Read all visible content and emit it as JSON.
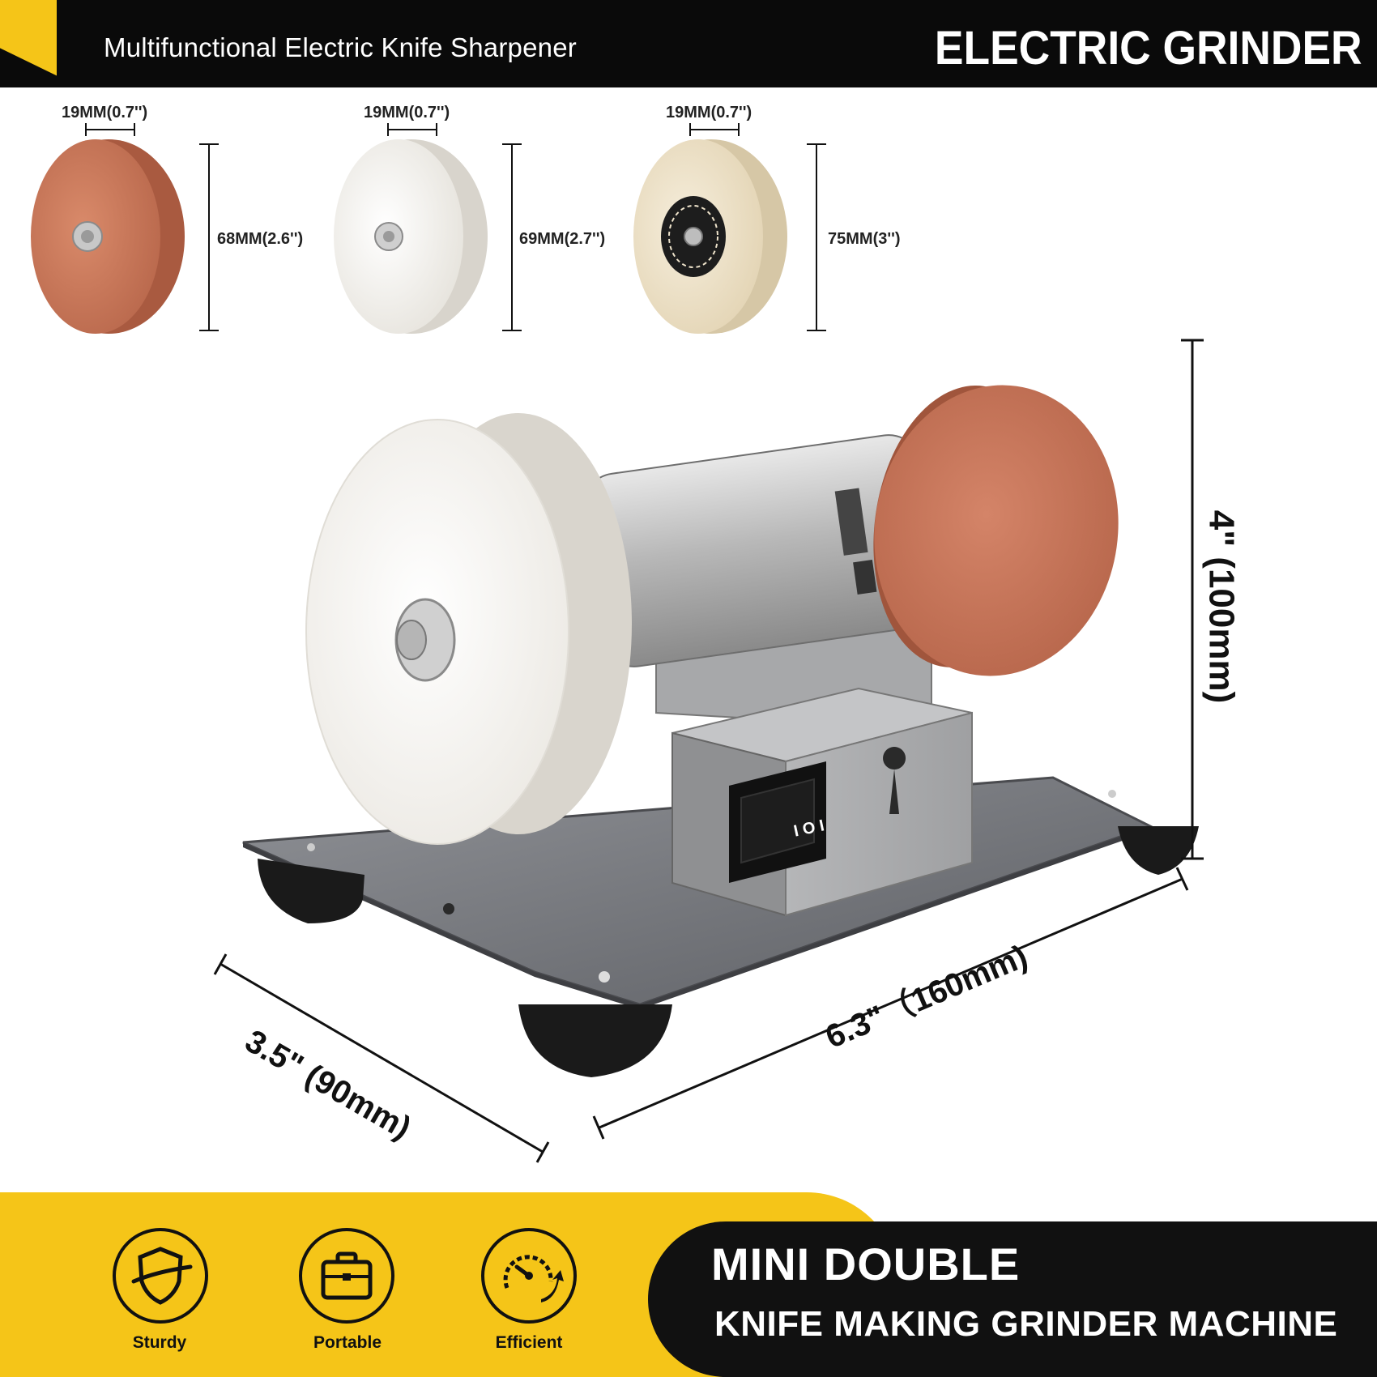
{
  "header": {
    "subtitle": "Multifunctional Electric Knife Sharpener",
    "title": "ELECTRIC GRINDER"
  },
  "wheels": [
    {
      "name": "brown grinding wheel",
      "width_label": "19MM(0.7'')",
      "height_label": "68MM(2.6'')",
      "color": "#c9785a"
    },
    {
      "name": "white grinding wheel",
      "width_label": "19MM(0.7'')",
      "height_label": "69MM(2.7'')",
      "color": "#f2f0ea"
    },
    {
      "name": "cotton buffing wheel",
      "width_label": "19MM(0.7'')",
      "height_label": "75MM(3'')",
      "color": "#eee3cb"
    }
  ],
  "product_dims": {
    "height": "4\" (100mm)",
    "length": "6.3\"（160mm)",
    "depth": "3.5\" (90mm)"
  },
  "switch_label": "I O I",
  "features": [
    {
      "label": "Sturdy",
      "icon": "shield-icon"
    },
    {
      "label": "Portable",
      "icon": "briefcase-icon"
    },
    {
      "label": "Efficient",
      "icon": "speedometer-icon"
    }
  ],
  "banner": {
    "line1": "MINI DOUBLE",
    "line2": "KNIFE MAKING GRINDER MACHINE"
  },
  "colors": {
    "accent": "#f5c518",
    "dark": "#111111",
    "brown_wheel": "#c9785a",
    "white_wheel": "#f2f0ea"
  }
}
